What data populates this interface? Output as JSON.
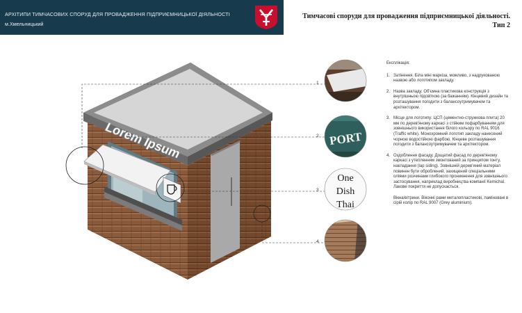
{
  "header": {
    "title": "Архітипи тимчасових споруд для провадження підприємницької діяльності",
    "city": "м.Хмельницький",
    "emblem": "khmelnytskyi-emblem-icon",
    "accent": "#173a4c",
    "emblem_red": "#c8102e"
  },
  "doc_title": {
    "line1": "Тимчасові споруди для провадження підприємницької діяльності.",
    "line2": "Тип 2"
  },
  "kiosk": {
    "sign_text": "Lorem Ipsum",
    "facade_color": "#8a5a3c",
    "roof_color": "#d6d6d6"
  },
  "callouts": {
    "numbers": [
      "1",
      "2",
      "3",
      "4"
    ]
  },
  "thumbnails": {
    "port_text": "PORT",
    "dish_line1": "One",
    "dish_line2": "Dish",
    "dish_line3": "Thai"
  },
  "explication": {
    "heading": "Експлікація:",
    "items": [
      {
        "num": "1.",
        "text": "Затінення. Біла міні маркіза, можливо, з надрукованою назвою або логотипом закладу."
      },
      {
        "num": "2.",
        "text": "Назва закладу. Об'ємна пластикова конструкція з внутрішньою підсвіткою (за бажанням). Кінцевий дизайн та розташування погодити з балансоутримувачем та архітектором."
      },
      {
        "num": "3.",
        "text": "Місце для логотипу: ЦСП (цементно-стружкова плита) 20 мм по дерев'яному каркасі з стійким пофарбуванням для зовнішнього використання білого кольору по RAL 9016 (Traffic white). Монохромний логотип закладу нанесений чорною водостійкою фарбою. Кінцеве розташування погодити з балансоутримувачем та архітектором."
      },
      {
        "num": "4.",
        "text": "Оздоблення фасаду. Дощатий фасад по дерев'яному каркасі з утепленням змонтований за принципом гонту, накладання (lap siding). Зовнішній дерев'яний матеріал повинен бути оброблений, захищений спеціальними оліями розчинами глибокого проникнення для зовнішнього застосування, наприклад виробництва компанії Kemichal. Лакове покриття не допускається."
      }
    ],
    "note": "Вікна/вітрини. Віконні рами металопластикові, ламіновані в сірій колір по RAL 9007 (Grey aluminium)."
  }
}
